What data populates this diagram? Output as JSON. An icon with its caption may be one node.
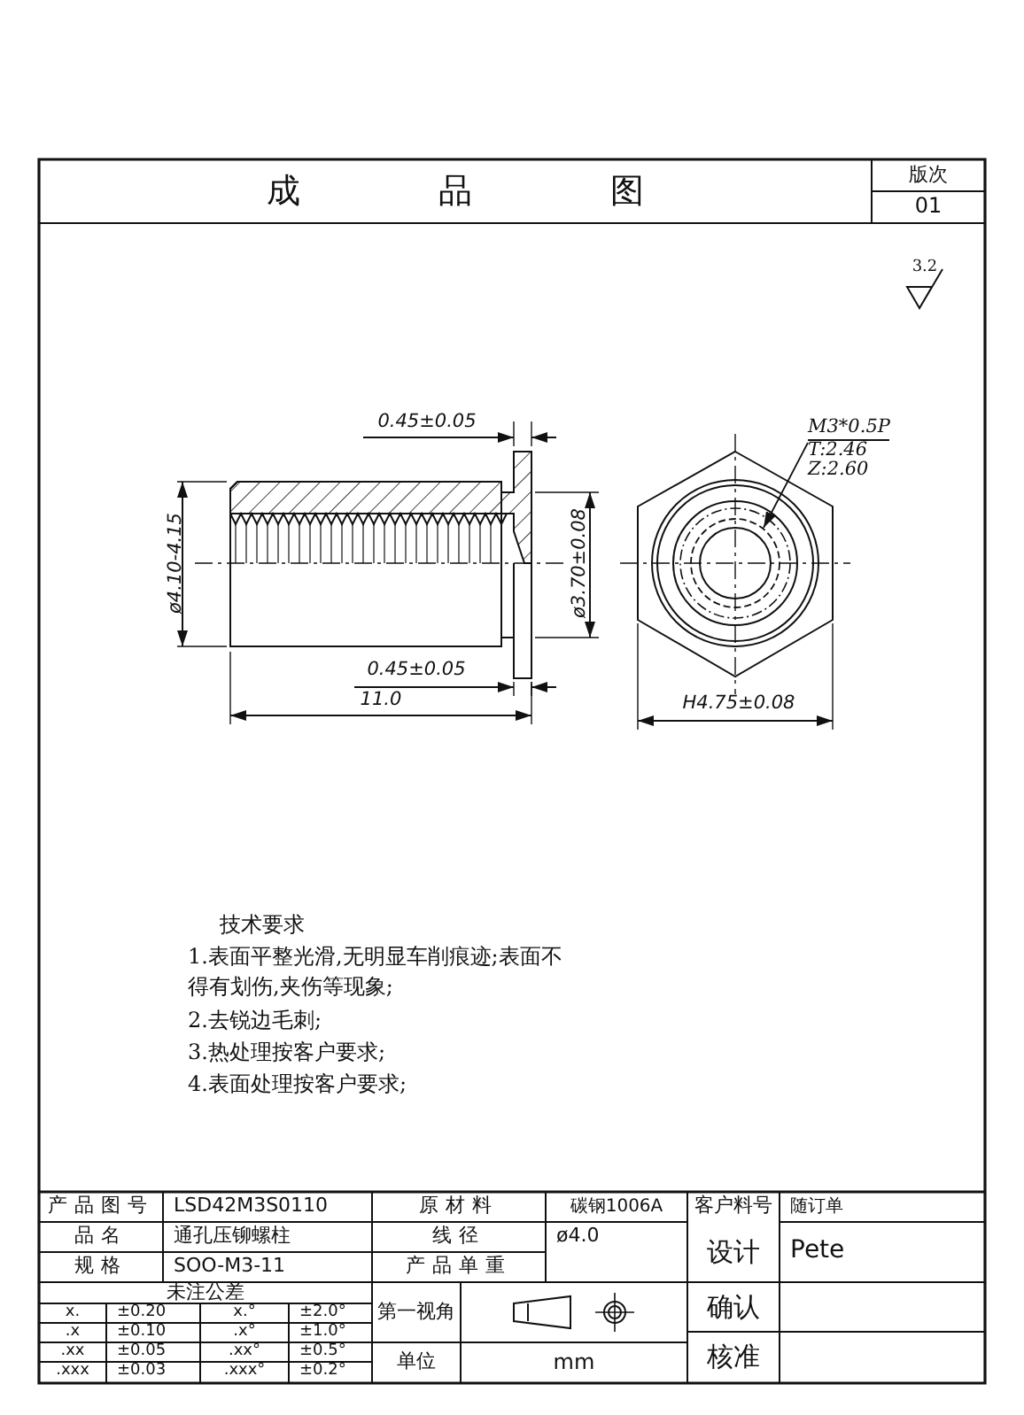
{
  "diagram": {
    "title": "成品图",
    "nodes": [
      {
        "text": [
          "M3*0.5P",
          "T:2.46",
          "Z:2.60"
        ]
      },
      {
        "text": [],
        "shape": "circle"
      }
    ],
    "edges": [
      {
        "from": 0,
        "to": 1,
        "arrow": "to"
      }
    ],
    "labels": [
      "版次",
      "01",
      "3.2",
      "0.45±0.05",
      "ø4.10-4.15",
      "ø3.70±0.08",
      "0.45±0.05",
      "11.0",
      "H4.75±0.08",
      "技术要求",
      "1.表面平整光滑,无明显车削痕迹;表面不得有划伤,夹伤等现象;",
      "2.去锐边毛刺;",
      "3.热处理按客户要求;",
      "4.表面处理按客户要求;",
      "产品图号",
      "LSD42M3S0110",
      "原材料",
      "碳钢1006A",
      "客户料号",
      "随订单",
      "品名",
      "通孔压铆螺柱",
      "线径",
      "ø4.0",
      "设计",
      "Pete",
      "规格",
      "SOO-M3-11",
      "产品单重",
      "未注公差",
      "第一视角",
      "确认",
      "x.",
      "±0.20",
      "x.°",
      "±2.0°",
      ".x",
      "±0.10",
      ".x°",
      "±1.0°",
      ".xx",
      "±0.05",
      ".xx°",
      "±0.5°",
      "单位",
      "mm",
      "核准",
      ".xxx",
      "±0.03",
      ".xxx°",
      "±0.2°"
    ]
  }
}
